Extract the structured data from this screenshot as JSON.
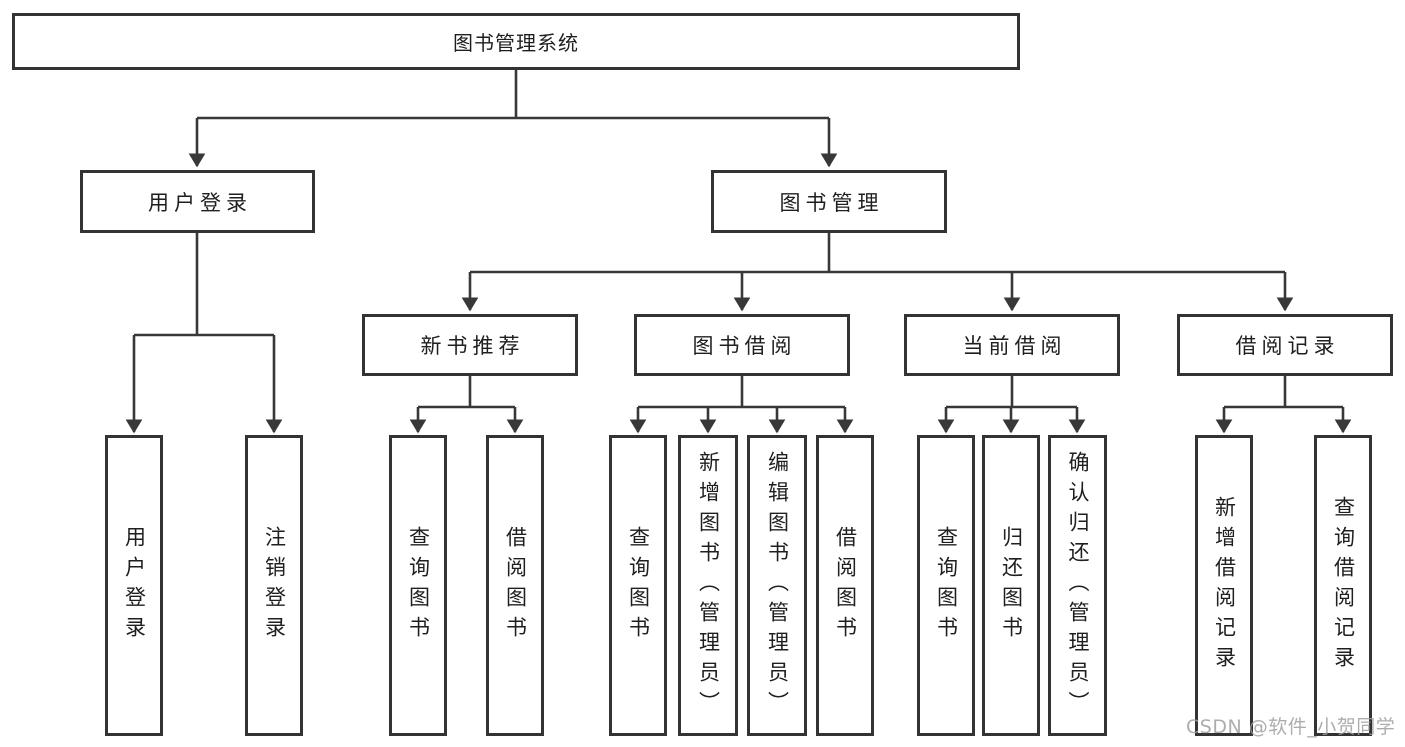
{
  "nodes": {
    "root": {
      "label": "图书管理系统"
    },
    "user_login": {
      "label": "用户登录"
    },
    "book_management": {
      "label": "图书管理"
    },
    "new_book_recommend": {
      "label": "新书推荐"
    },
    "book_borrowing": {
      "label": "图书借阅"
    },
    "current_borrowing": {
      "label": "当前借阅"
    },
    "borrowing_records": {
      "label": "借阅记录"
    },
    "leaf_user_login": {
      "label": "用户登录"
    },
    "leaf_logout": {
      "label": "注销登录"
    },
    "leaf_newbook_query": {
      "label": "查询图书"
    },
    "leaf_newbook_borrow": {
      "label": "借阅图书"
    },
    "leaf_borrow_query": {
      "label": "查询图书"
    },
    "leaf_borrow_add": {
      "label": "新增图书（管理员）"
    },
    "leaf_borrow_edit": {
      "label": "编辑图书（管理员）"
    },
    "leaf_borrow_borrow": {
      "label": "借阅图书"
    },
    "leaf_current_query": {
      "label": "查询图书"
    },
    "leaf_current_return": {
      "label": "归还图书"
    },
    "leaf_current_confirm": {
      "label": "确认归还（管理员）"
    },
    "leaf_record_add": {
      "label": "新增借阅记录"
    },
    "leaf_record_query": {
      "label": "查询借阅记录"
    }
  },
  "edges": [
    [
      "root",
      "user_login"
    ],
    [
      "root",
      "book_management"
    ],
    [
      "user_login",
      "leaf_user_login"
    ],
    [
      "user_login",
      "leaf_logout"
    ],
    [
      "book_management",
      "new_book_recommend"
    ],
    [
      "book_management",
      "book_borrowing"
    ],
    [
      "book_management",
      "current_borrowing"
    ],
    [
      "book_management",
      "borrowing_records"
    ],
    [
      "new_book_recommend",
      "leaf_newbook_query"
    ],
    [
      "new_book_recommend",
      "leaf_newbook_borrow"
    ],
    [
      "book_borrowing",
      "leaf_borrow_query"
    ],
    [
      "book_borrowing",
      "leaf_borrow_add"
    ],
    [
      "book_borrowing",
      "leaf_borrow_edit"
    ],
    [
      "book_borrowing",
      "leaf_borrow_borrow"
    ],
    [
      "current_borrowing",
      "leaf_current_query"
    ],
    [
      "current_borrowing",
      "leaf_current_return"
    ],
    [
      "current_borrowing",
      "leaf_current_confirm"
    ],
    [
      "borrowing_records",
      "leaf_record_add"
    ],
    [
      "borrowing_records",
      "leaf_record_query"
    ]
  ],
  "watermark": {
    "text": "CSDN @软件_小贺同学"
  },
  "colors": {
    "line": "#383838",
    "border": "#333333",
    "text": "#1f1f1f",
    "watermark": "#9f9f9f",
    "background": "#ffffff"
  }
}
